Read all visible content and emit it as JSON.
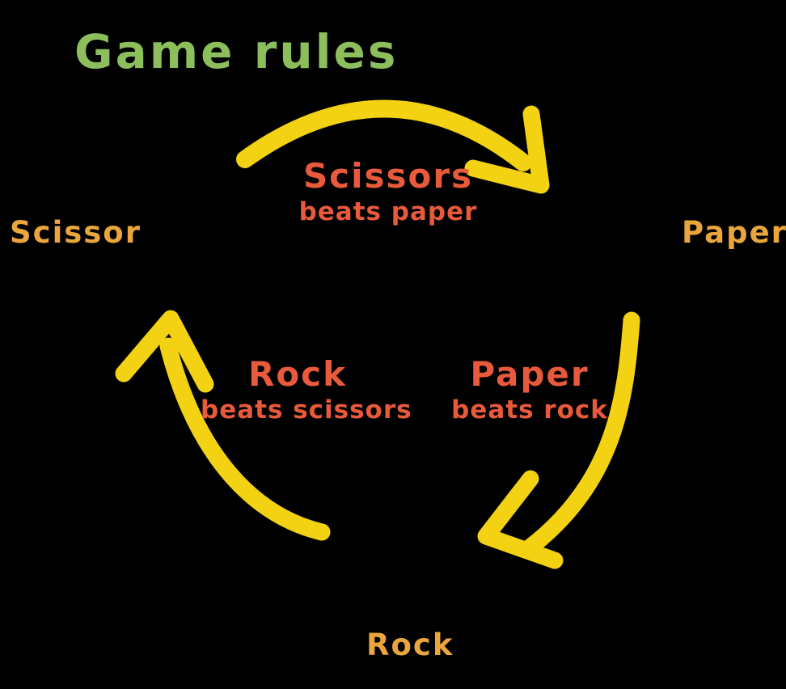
{
  "title": "Game rules",
  "colors": {
    "background": "#000000",
    "title_green": "#8CBE5C",
    "node_orange": "#EAA63C",
    "rule_red": "#E85A3B",
    "arrow_yellow": "#F2D212"
  },
  "nodes": [
    {
      "id": "scissor",
      "label": "Scissor"
    },
    {
      "id": "paper",
      "label": "Paper"
    },
    {
      "id": "rock",
      "label": "Rock"
    }
  ],
  "edges": [
    {
      "id": "scissors-to-paper",
      "winner": "Scissors",
      "rule": "beats paper"
    },
    {
      "id": "rock-to-scissors",
      "winner": "Rock",
      "rule": "beats scissors"
    },
    {
      "id": "paper-to-rock",
      "winner": "Paper",
      "rule": "beats rock"
    }
  ]
}
